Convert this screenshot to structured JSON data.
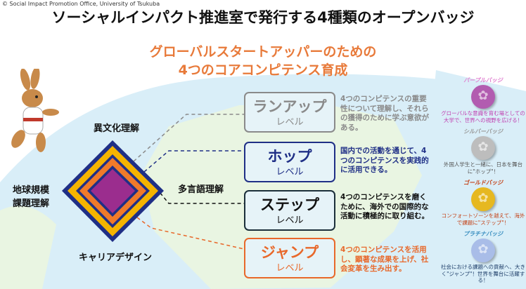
{
  "copyright": "© Social Impact Promotion Office, University of Tsukuba",
  "title": "ソーシャルインパクト推進室で発行する4種類のオープンバッジ",
  "subtitle": [
    "グローバルスタートアッパーのための",
    "4つのコアコンピテンス育成"
  ],
  "diamond_labels": {
    "top": "異文化理解",
    "left": "地球規模\n課題理解",
    "right": "多言語理解",
    "bottom": "キャリアデザイン"
  },
  "levels": [
    {
      "name": "ランアップ",
      "suffix": "レベル",
      "color": "#8a8a8a",
      "desc": "4つのコンピテンスの重要性について理解し、それらの獲得のために学ぶ意欲がある。"
    },
    {
      "name": "ホップ",
      "suffix": "レベル",
      "color": "#1f2f86",
      "desc": "国内での活動を通じて、4つのコンピテンスを実践的に活用できる。"
    },
    {
      "name": "ステップ",
      "suffix": "レベル",
      "color": "#111111",
      "desc": "4つのコンピテンスを磨くために、海外での国際的な活動に積極的に取り組む。"
    },
    {
      "name": "ジャンプ",
      "suffix": "レベル",
      "color": "#e8682a",
      "desc": "4つのコンピテンスを活用し、顕著な成果を上げ、社会変革を生み出す。"
    }
  ],
  "badges": [
    {
      "name": "パープルバッジ",
      "color": "#b25cb0",
      "text_color": "#c040b0",
      "text": "グローバルな意識を育む場としての大学で、世界への視野を広げる！"
    },
    {
      "name": "シルバーバッジ",
      "color": "#bdbdbd",
      "text_color": "#555555",
      "text": "外国人学生と一緒に、日本を舞台に\"ホップ\"！"
    },
    {
      "name": "ゴールドバッジ",
      "color": "#e6b820",
      "text_color": "#c4441a",
      "text": "コンフォートゾーンを越えて、海外で課題に\"ステップ\"！"
    },
    {
      "name": "プラチナバッジ",
      "color": "#a9bde8",
      "text_color": "#1f3f6a",
      "text": "社会における課題への貢献へ、大きく\"ジャンプ\"！世界を舞台に活躍する！"
    }
  ]
}
